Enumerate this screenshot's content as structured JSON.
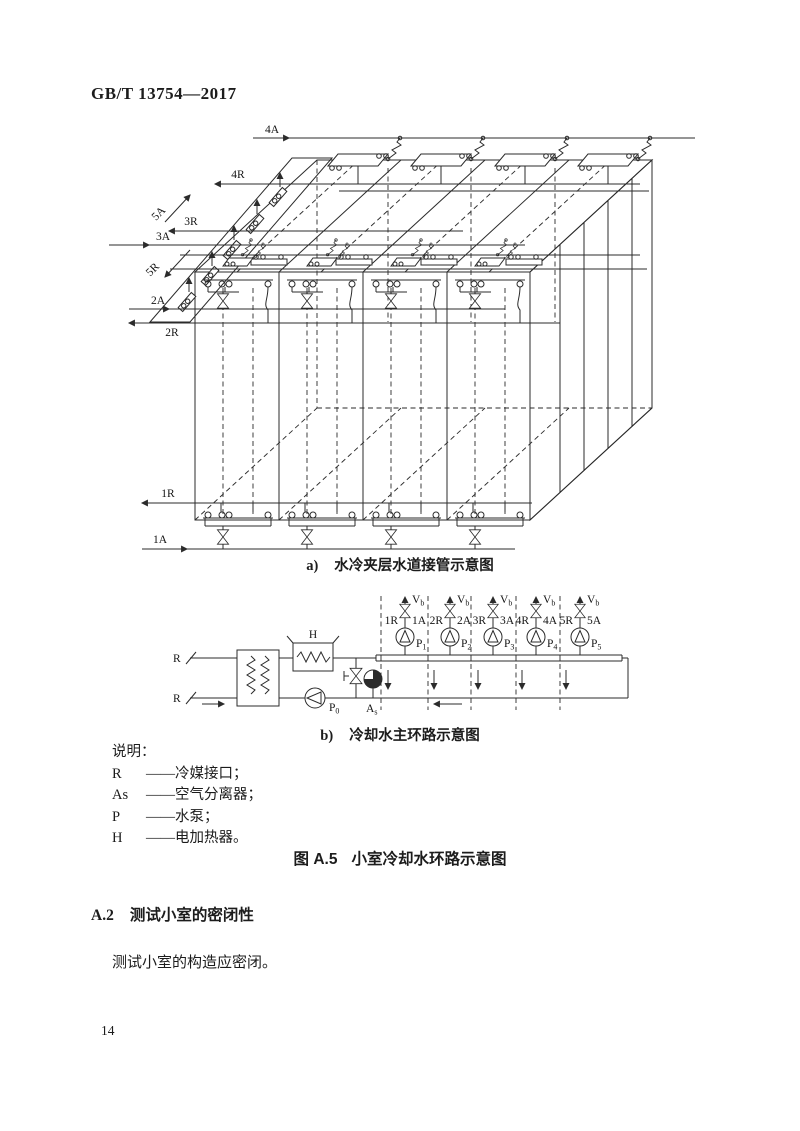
{
  "page": {
    "doc_number": "GB/T 13754—2017",
    "page_number": "14"
  },
  "captions": {
    "a_prefix": "a)",
    "a_text": "水冷夹层水道接管示意图",
    "b_prefix": "b)",
    "b_text": "冷却水主环路示意图"
  },
  "figure": {
    "label": "图 A.5",
    "title": "小室冷却水环路示意图"
  },
  "section": {
    "number": "A.2",
    "title": "测试小室的密闭性",
    "body": "测试小室的构造应密闭。"
  },
  "legend": {
    "heading": "说明：",
    "dash": "——",
    "items": [
      {
        "symbol": "R",
        "desc": "冷媒接口；"
      },
      {
        "symbol": "As",
        "desc": "空气分离器；"
      },
      {
        "symbol": "P",
        "desc": "水泵；"
      },
      {
        "symbol": "H",
        "desc": "电加热器。"
      }
    ]
  },
  "diagram_a": {
    "labels": {
      "a4": "4A",
      "r4": "4R",
      "a5": "5A",
      "r3": "3R",
      "a3": "3A",
      "r5": "5R",
      "a2": "2A",
      "r2": "2R",
      "r1": "1R",
      "a1": "1A"
    }
  },
  "diagram_b": {
    "r_supply": "R",
    "r_return": "R",
    "heater_label": "H",
    "main_pump": {
      "base": "P",
      "sub": "0"
    },
    "air_separator": {
      "base": "A",
      "sub": "s"
    },
    "branches": [
      {
        "r": "1R",
        "a": "1A",
        "pump": {
          "base": "P",
          "sub": "1"
        },
        "valve": {
          "base": "V",
          "sub": "b"
        }
      },
      {
        "r": "2R",
        "a": "2A",
        "pump": {
          "base": "P",
          "sub": "2"
        },
        "valve": {
          "base": "V",
          "sub": "b"
        }
      },
      {
        "r": "3R",
        "a": "3A",
        "pump": {
          "base": "P",
          "sub": "3"
        },
        "valve": {
          "base": "V",
          "sub": "b"
        }
      },
      {
        "r": "4R",
        "a": "4A",
        "pump": {
          "base": "P",
          "sub": "4"
        },
        "valve": {
          "base": "V",
          "sub": "b"
        }
      },
      {
        "r": "5R",
        "a": "5A",
        "pump": {
          "base": "P",
          "sub": "5"
        },
        "valve": {
          "base": "V",
          "sub": "b"
        }
      }
    ]
  }
}
